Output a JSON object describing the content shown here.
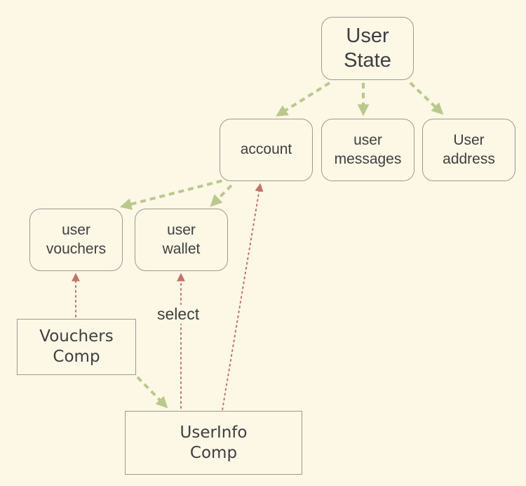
{
  "nodes": {
    "user_state": {
      "line1": "User",
      "line2": "State"
    },
    "account": {
      "line1": "account"
    },
    "user_messages": {
      "line1": "user",
      "line2": "messages"
    },
    "user_address": {
      "line1": "User",
      "line2": "address"
    },
    "user_vouchers": {
      "line1": "user",
      "line2": "vouchers"
    },
    "user_wallet": {
      "line1": "user",
      "line2": "wallet"
    },
    "vouchers_comp": {
      "line1": "Vouchers",
      "line2": "Comp"
    },
    "userinfo_comp": {
      "line1": "UserInfo",
      "line2": "Comp"
    }
  },
  "edge_labels": {
    "select": "select"
  },
  "colors": {
    "background": "#fdf7e6",
    "box_border": "#9a9a8e",
    "text": "#3f3f3f",
    "state_edge": "#b9c98e",
    "select_edge": "#c0756a"
  }
}
